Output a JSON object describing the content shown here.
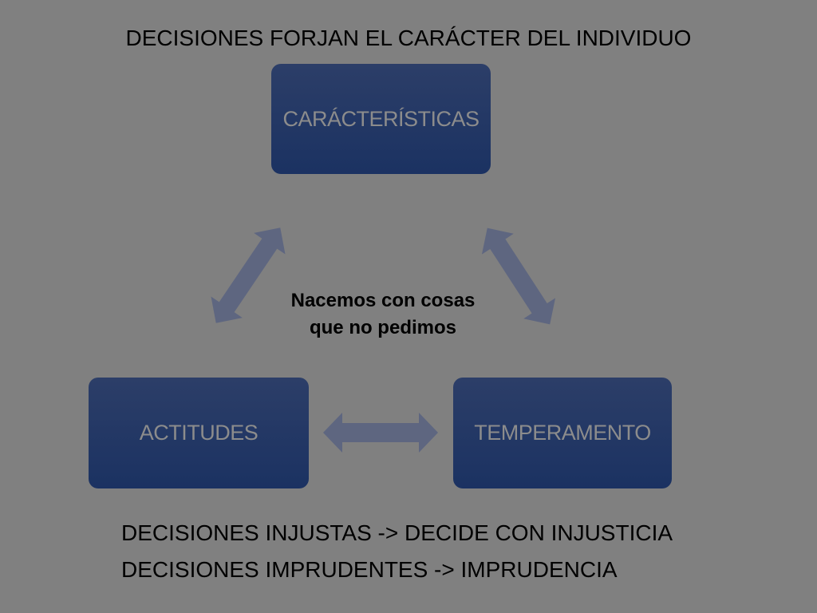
{
  "title": "DECISIONES FORJAN EL CARÁCTER DEL INDIVIDUO",
  "boxes": {
    "top": "CARÁCTERÍSTICAS",
    "left": "ACTITUDES",
    "right": "TEMPERAMENTO"
  },
  "center_text": [
    "Nacemos con cosas",
    "que no pedimos"
  ],
  "bottom_lines": [
    "DECISIONES INJUSTAS -> DECIDE CON INJUSTICIA",
    "DECISIONES IMPRUDENTES -> IMPRUDENCIA"
  ],
  "colors": {
    "background": "#808080",
    "box": "#22386a",
    "box_text": "#8c8c8c",
    "arrow": "#5e6680"
  }
}
